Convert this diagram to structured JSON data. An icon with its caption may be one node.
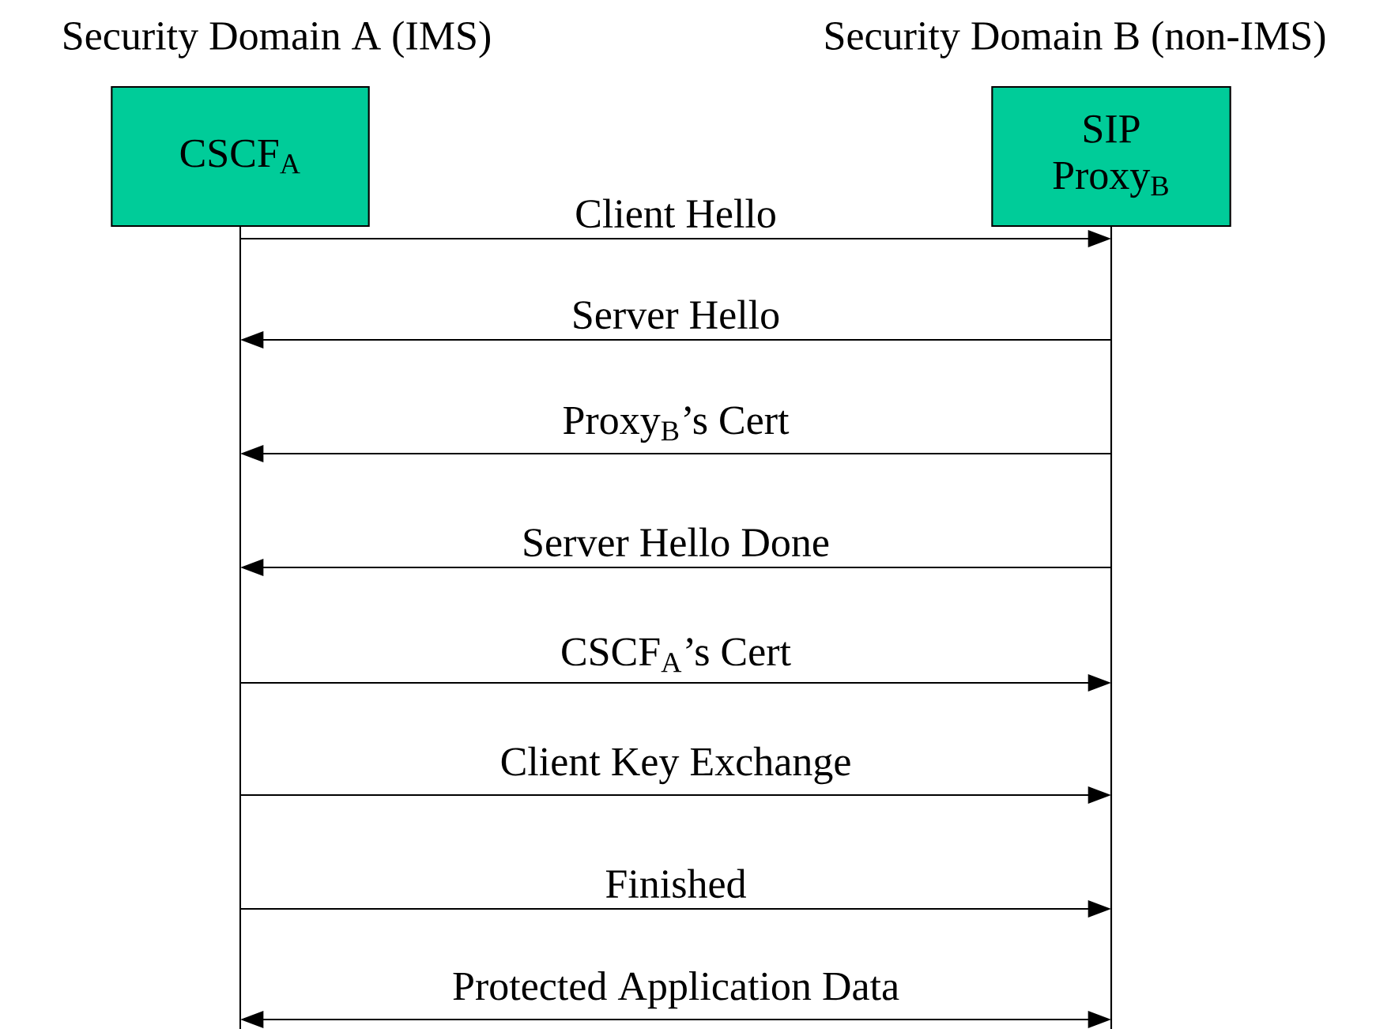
{
  "diagram": {
    "nodes": [
      {
        "text": [
          "CSCF$_{A}$"
        ],
        "beside": [
          "Security Domain A (IMS)"
        ]
      },
      {
        "text": [
          "SIP Proxy$_{B}$"
        ],
        "beside": [
          "Security Domain B (non-IMS)"
        ]
      }
    ],
    "edges": [
      {
        "from": 0,
        "to": 1,
        "arrow": "to",
        "label": "Client Hello"
      },
      {
        "from": 1,
        "to": 0,
        "arrow": "to",
        "label": "Server Hello"
      },
      {
        "from": 1,
        "to": 0,
        "arrow": "to",
        "label": "Proxy$_{B}$’s Cert"
      },
      {
        "from": 1,
        "to": 0,
        "arrow": "to",
        "label": "Server Hello Done"
      },
      {
        "from": 0,
        "to": 1,
        "arrow": "to",
        "label": "CSCF$_{A}$’s Cert"
      },
      {
        "from": 0,
        "to": 1,
        "arrow": "to",
        "label": "Client Key Exchange"
      },
      {
        "from": 0,
        "to": 1,
        "arrow": "to",
        "label": "Finished"
      },
      {
        "from": 0,
        "to": 1,
        "arrow": "both",
        "label": "Protected Application Data"
      }
    ]
  }
}
